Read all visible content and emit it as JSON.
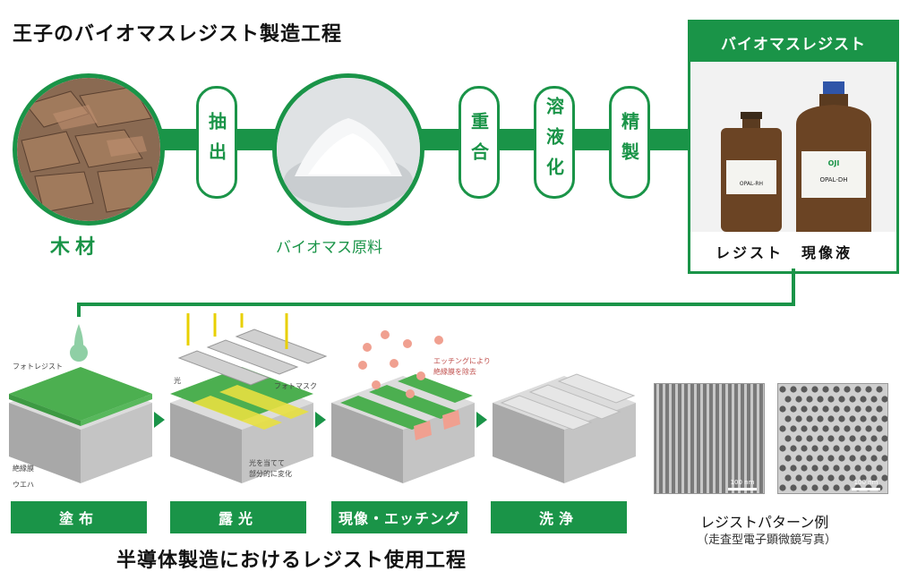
{
  "top_title": "王子のバイオマスレジスト製造工程",
  "flow": {
    "pills": [
      "抽出",
      "重合",
      "溶液化",
      "精製"
    ],
    "wood_label": "木材",
    "powder_label": "バイオマス原料"
  },
  "resist_box": {
    "header": "バイオマスレジスト",
    "bottle_small_label": "レジスト",
    "bottle_large_label": "現像液",
    "bottle_small_text": "OPAL-RH",
    "bottle_large_text": "OPAL-DH",
    "logo": "OJI"
  },
  "diagram_tags": {
    "photoresist": "フォトレジスト",
    "insulating_film": "絶縁膜",
    "wafer": "ウエハ",
    "light": "光",
    "photomask": "フォトマスク",
    "light_note_1": "光を当てて",
    "light_note_2": "部分的に変化",
    "etch_note_1": "エッチングにより",
    "etch_note_2": "絶縁膜を除去"
  },
  "steps": [
    "塗布",
    "露光",
    "現像・エッチング",
    "洗浄"
  ],
  "sem": {
    "caption": "レジストパターン例",
    "sub": "（走査型電子顕微鏡写真）",
    "scale_1": "100 nm",
    "scale_2": "100 nm"
  },
  "bottom_title": "半導体製造におけるレジスト使用工程",
  "colors": {
    "accent": "#1a9448",
    "resist_layer": "#4caf50",
    "light": "#e8e040",
    "etch_dot": "#f0a090"
  }
}
